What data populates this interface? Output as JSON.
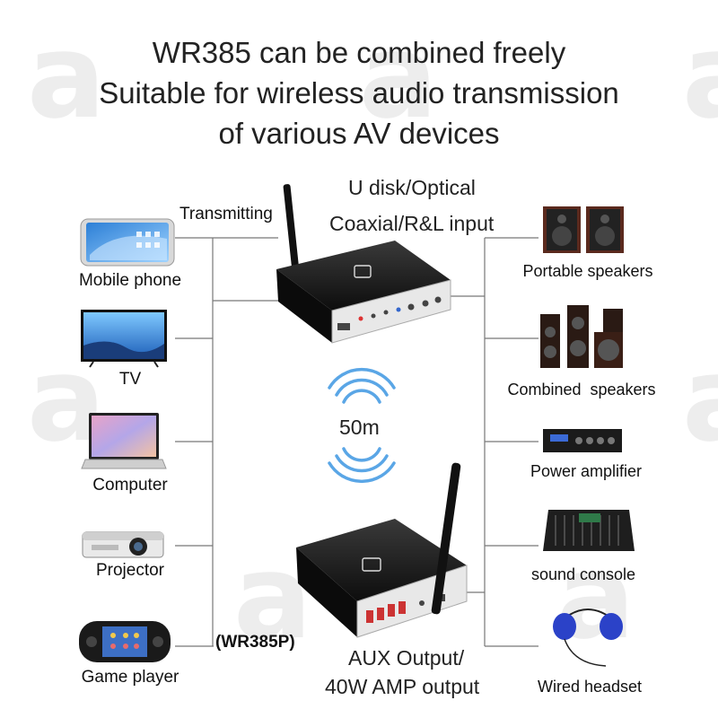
{
  "headline": {
    "line1": "WR385 can be combined freely",
    "line2": "Suitable for wireless audio transmission",
    "line3": "of various AV devices"
  },
  "watermark_glyph": "a",
  "sources": [
    {
      "label": "Mobile phone",
      "icon": "mobile-phone-icon"
    },
    {
      "label": "TV",
      "icon": "tv-icon"
    },
    {
      "label": "Computer",
      "icon": "laptop-icon"
    },
    {
      "label": "Projector",
      "icon": "projector-icon"
    },
    {
      "label": "Game player",
      "icon": "game-player-icon"
    }
  ],
  "transmitter": {
    "link_label": "Transmitting",
    "input_line1": "U disk/Optical",
    "input_line2": "Coaxial/R&L input"
  },
  "range_label": "50m",
  "receiver": {
    "model": "(WR385P)",
    "output_line1": "AUX Output/",
    "output_line2": "40W AMP output"
  },
  "outputs": [
    {
      "label": "Portable speakers",
      "icon": "bookshelf-speakers-icon"
    },
    {
      "label": "Combined  speakers",
      "icon": "speaker-system-icon"
    },
    {
      "label": "Power amplifier",
      "icon": "power-amplifier-icon"
    },
    {
      "label": "sound console",
      "icon": "mixing-console-icon"
    },
    {
      "label": "Wired headset",
      "icon": "headset-icon"
    }
  ],
  "colors": {
    "line": "#777777",
    "device_body": "#1b1b1b",
    "wifi_blue": "#5aa6e6"
  }
}
